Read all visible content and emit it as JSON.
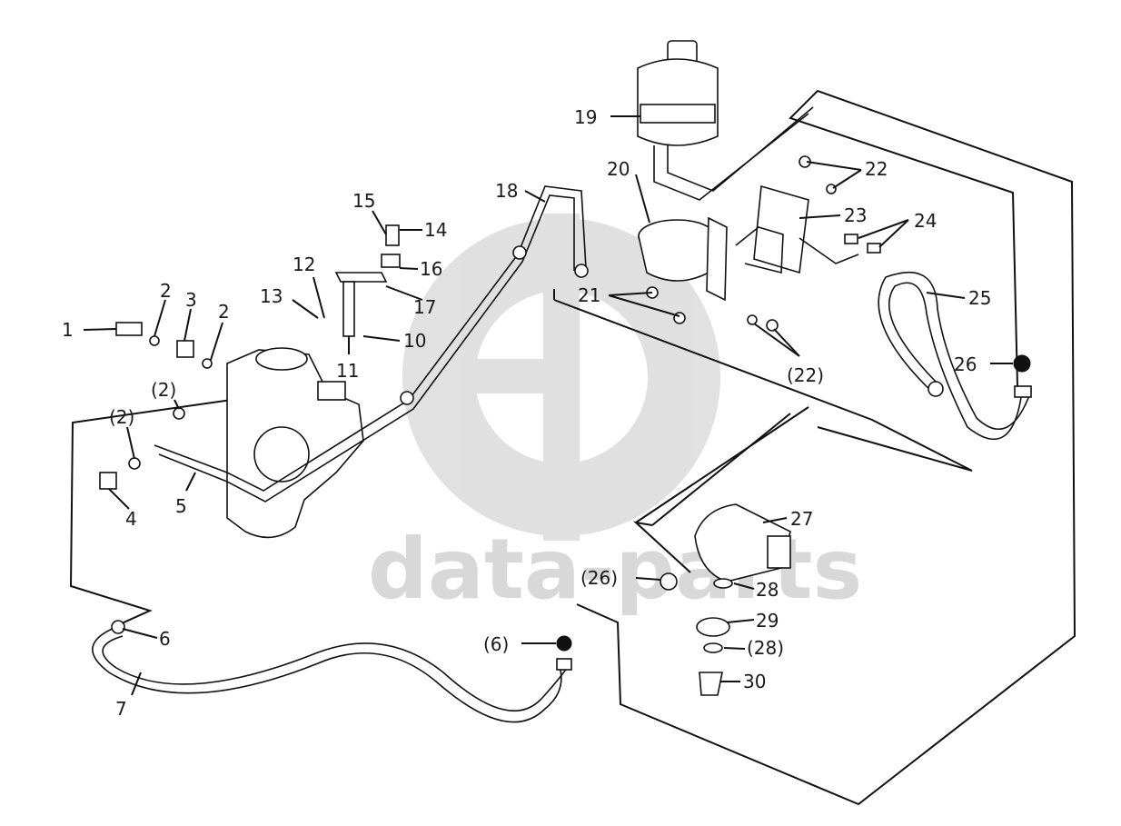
{
  "watermark": {
    "text": "data-parts",
    "color": "#c8c8c8"
  },
  "labels": [
    {
      "id": "1",
      "text": "1"
    },
    {
      "id": "2a",
      "text": "2"
    },
    {
      "id": "3",
      "text": "3"
    },
    {
      "id": "2b",
      "text": "2"
    },
    {
      "id": "p2a",
      "text": "(2)"
    },
    {
      "id": "p2b",
      "text": "(2)"
    },
    {
      "id": "4",
      "text": "4"
    },
    {
      "id": "5",
      "text": "5"
    },
    {
      "id": "6",
      "text": "6"
    },
    {
      "id": "7",
      "text": "7"
    },
    {
      "id": "p6",
      "text": "(6)"
    },
    {
      "id": "10",
      "text": "10"
    },
    {
      "id": "11",
      "text": "11"
    },
    {
      "id": "12",
      "text": "12"
    },
    {
      "id": "13",
      "text": "13"
    },
    {
      "id": "14",
      "text": "14"
    },
    {
      "id": "15",
      "text": "15"
    },
    {
      "id": "16",
      "text": "16"
    },
    {
      "id": "17",
      "text": "17"
    },
    {
      "id": "18",
      "text": "18"
    },
    {
      "id": "19",
      "text": "19"
    },
    {
      "id": "20",
      "text": "20"
    },
    {
      "id": "21",
      "text": "21"
    },
    {
      "id": "22",
      "text": "22"
    },
    {
      "id": "p22",
      "text": "(22)"
    },
    {
      "id": "23",
      "text": "23"
    },
    {
      "id": "24",
      "text": "24"
    },
    {
      "id": "25",
      "text": "25"
    },
    {
      "id": "26",
      "text": "26"
    },
    {
      "id": "p26",
      "text": "(26)"
    },
    {
      "id": "27",
      "text": "27"
    },
    {
      "id": "28",
      "text": "28"
    },
    {
      "id": "29",
      "text": "29"
    },
    {
      "id": "p28",
      "text": "(28)"
    },
    {
      "id": "30",
      "text": "30"
    }
  ]
}
